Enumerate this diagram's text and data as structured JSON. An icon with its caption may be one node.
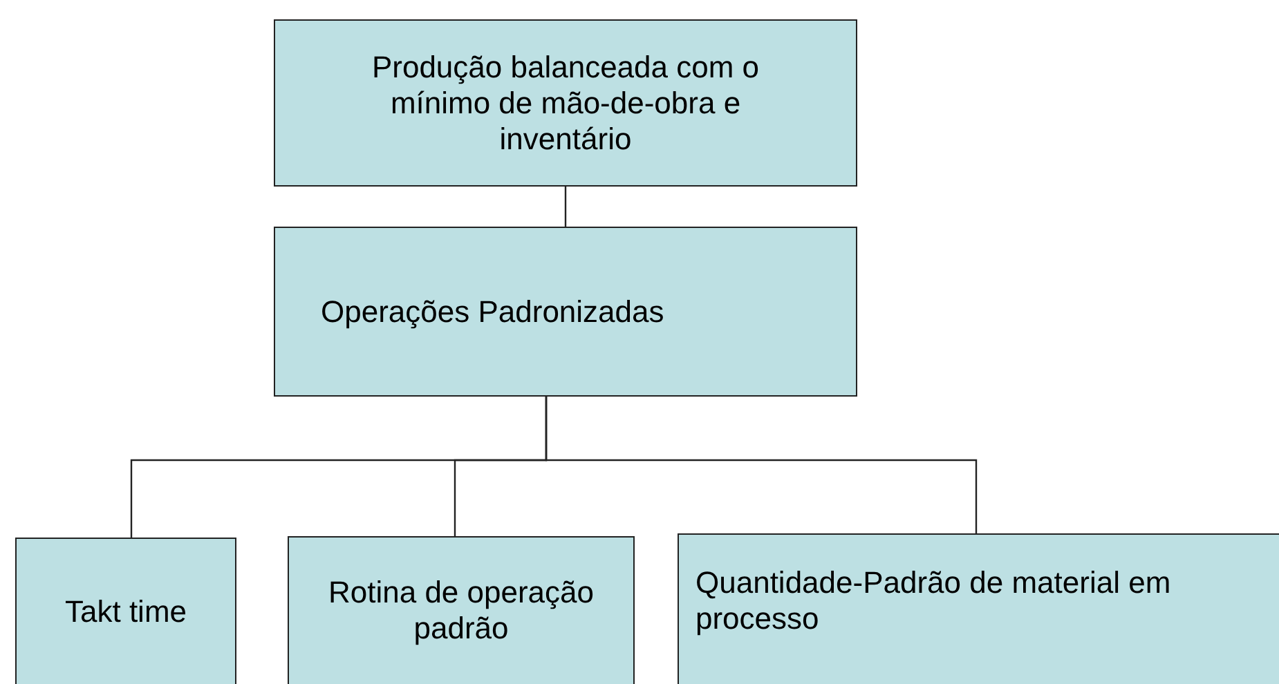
{
  "diagram": {
    "nodes": [
      {
        "text": [
          "Produção balanceada com o mínimo de mão-de-obra e inventário"
        ]
      },
      {
        "text": [
          "Operações Padronizadas"
        ]
      },
      {
        "text": [
          "Takt time"
        ]
      },
      {
        "text": [
          "Rotina de operação padrão"
        ]
      },
      {
        "text": [
          "Quantidade-Padrão de material em processo"
        ]
      }
    ],
    "edges": [
      {
        "from": 0,
        "to": 1,
        "arrow": "none"
      },
      {
        "from": 1,
        "to": 2,
        "arrow": "none"
      },
      {
        "from": 1,
        "to": 3,
        "arrow": "none"
      },
      {
        "from": 1,
        "to": 4,
        "arrow": "none"
      }
    ]
  }
}
